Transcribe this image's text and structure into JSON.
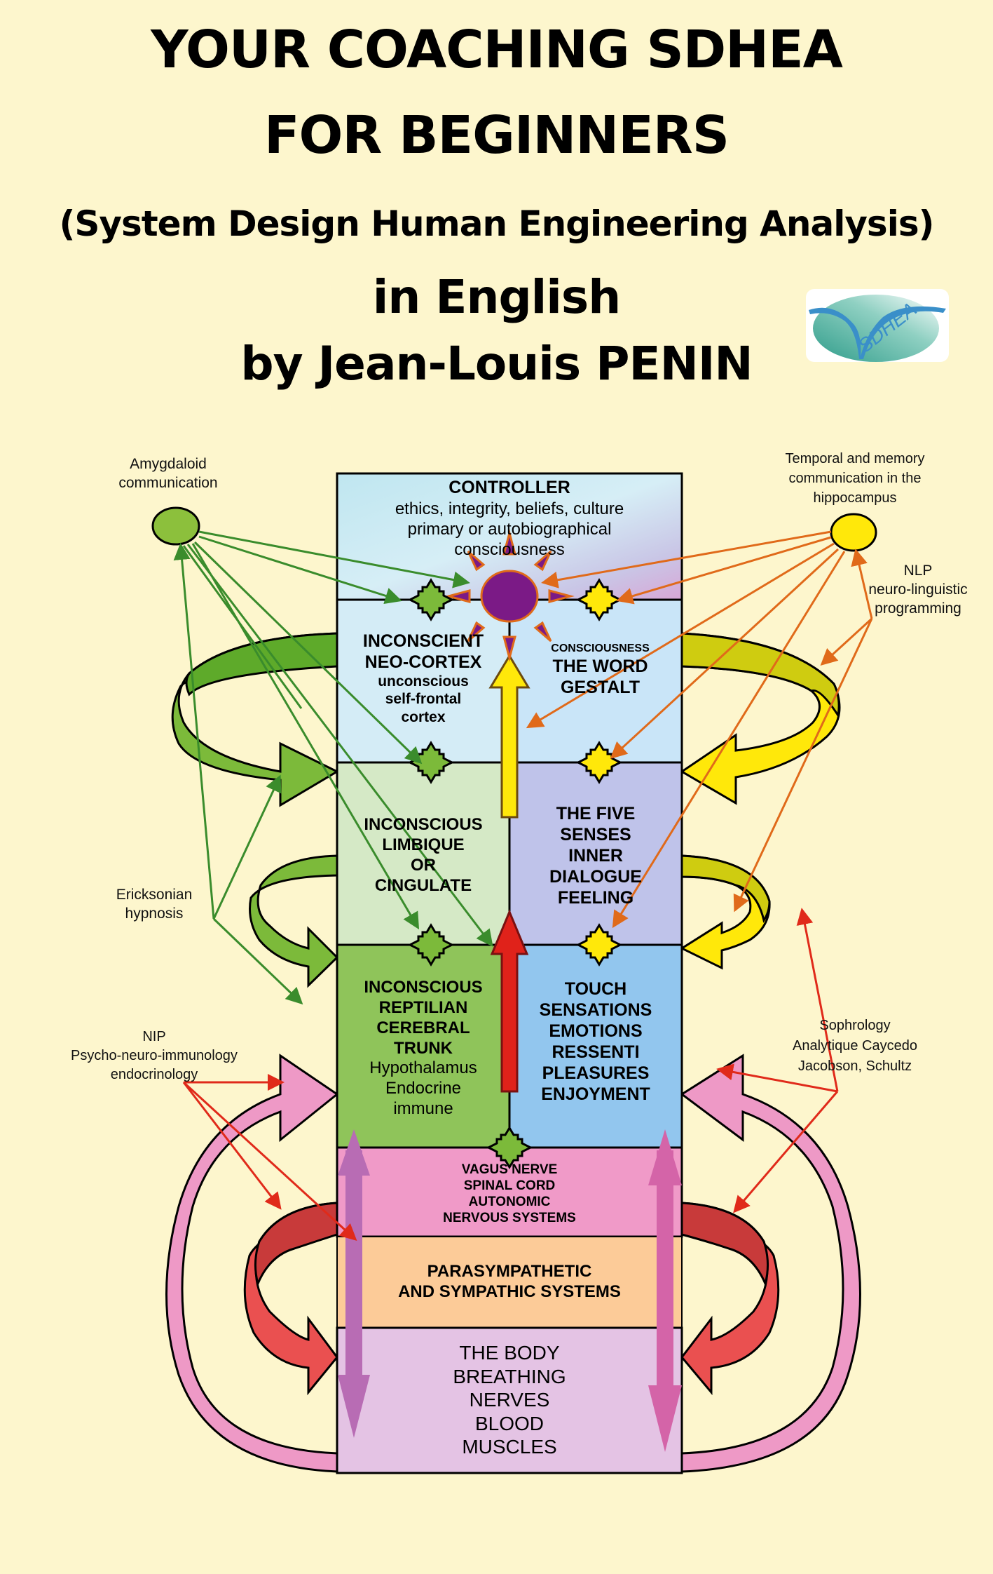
{
  "header": {
    "title_line1": "YOUR COACHING SDHEA",
    "title_line2": "FOR BEGINNERS",
    "subtitle": "(System Design Human Engineering Analysis)",
    "language": "in English",
    "author": "by Jean-Louis PENIN",
    "logo_text": "SDHEA"
  },
  "colors": {
    "background": "#fdf6cd",
    "green_connector": "#3a8c2c",
    "orange_connector": "#e06a1a",
    "red_connector": "#e02a1a",
    "sun": "#7b1a86"
  },
  "side_labels": {
    "amygdaloid": [
      "Amygdaloid",
      "communication"
    ],
    "temporal": [
      "Temporal and memory",
      "communication in the",
      "hippocampus"
    ],
    "nlp": [
      "NLP",
      "neuro-linguistic",
      "programming"
    ],
    "ericksonian": [
      "Ericksonian",
      "hypnosis"
    ],
    "nip": [
      "NIP",
      "Psycho-neuro-immunology",
      "endocrinology"
    ],
    "sophrology": [
      "Sophrology",
      "Analytique Caycedo",
      "Jacobson, Schultz"
    ]
  },
  "column": {
    "controller": {
      "heading": "CONTROLLER",
      "lines": [
        "ethics, integrity, beliefs, culture",
        "primary or autobiographical",
        "consciousness"
      ]
    },
    "neocortex": [
      "INCONSCIENT",
      "NEO-CORTEX",
      "unconscious",
      "self-frontal",
      "cortex"
    ],
    "consciousness": [
      "CONSCIOUSNESS",
      "THE WORD",
      "GESTALT"
    ],
    "limbique": [
      "INCONSCIOUS",
      "LIMBIQUE",
      "OR",
      "CINGULATE"
    ],
    "five_senses": [
      "THE FIVE",
      "SENSES",
      "INNER",
      "DIALOGUE",
      "FEELING"
    ],
    "reptilian": [
      "INCONSCIOUS",
      "REPTILIAN",
      "CEREBRAL",
      "TRUNK",
      "Hypothalamus",
      "Endocrine",
      "immune"
    ],
    "touch": [
      "TOUCH",
      "SENSATIONS",
      "EMOTIONS",
      "RESSENTI",
      "PLEASURES",
      "ENJOYMENT"
    ],
    "vagus": [
      "VAGUS NERVE",
      "SPINAL CORD",
      "AUTONOMIC",
      "NERVOUS SYSTEMS"
    ],
    "parasympathetic": [
      "PARASYMPATHETIC",
      "AND SYMPATHIC SYSTEMS"
    ],
    "body": [
      "THE BODY",
      "BREATHING",
      "NERVES",
      "BLOOD",
      "MUSCLES"
    ]
  }
}
